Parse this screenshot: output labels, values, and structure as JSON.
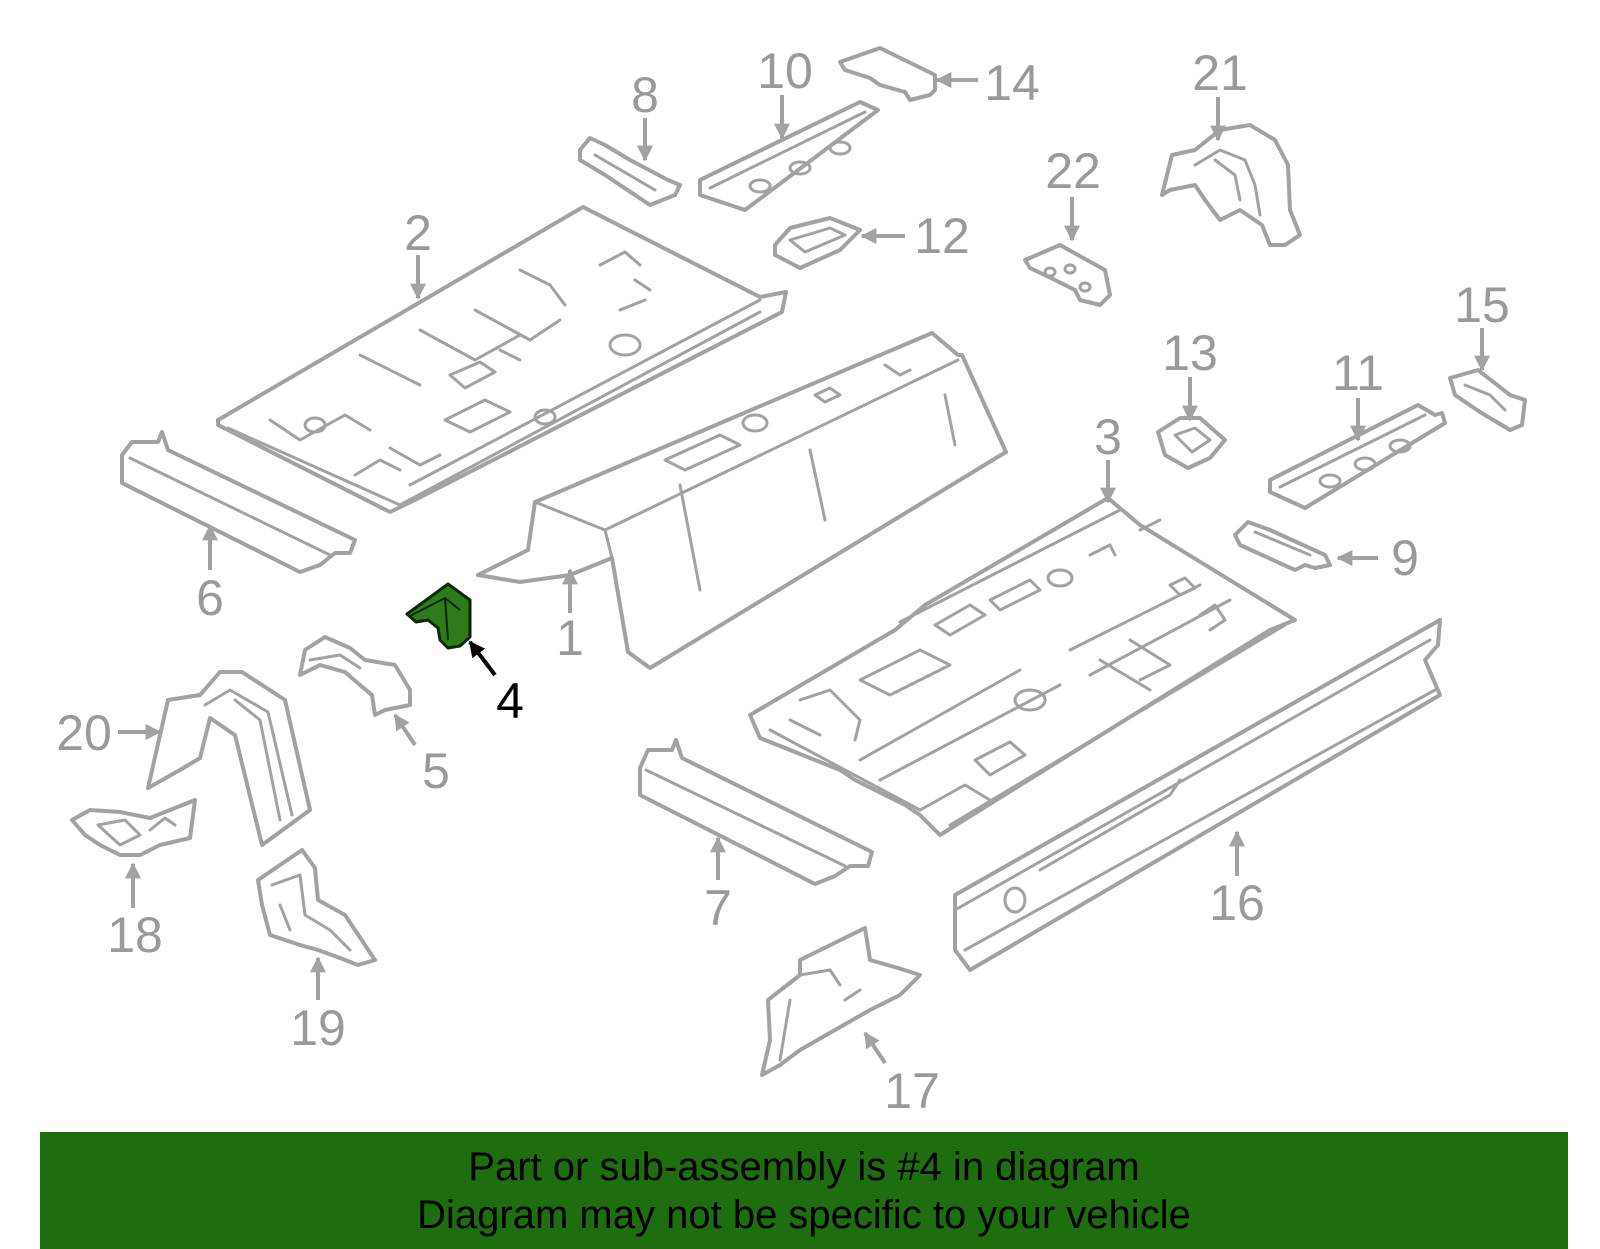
{
  "highlighted_part": "4",
  "callouts": {
    "c1": "1",
    "c2": "2",
    "c3": "3",
    "c4": "4",
    "c5": "5",
    "c6": "6",
    "c7": "7",
    "c8": "8",
    "c9": "9",
    "c10": "10",
    "c11": "11",
    "c12": "12",
    "c13": "13",
    "c14": "14",
    "c15": "15",
    "c16": "16",
    "c17": "17",
    "c18": "18",
    "c19": "19",
    "c20": "20",
    "c21": "21",
    "c22": "22"
  },
  "banner": {
    "line1": "Part or sub-assembly is #4 in diagram",
    "line2": "Diagram may not be specific to your vehicle"
  },
  "colors": {
    "outline": "#a2a2a2",
    "highlight": "#2f7a1a",
    "banner_background": "#1e6d0e",
    "active_text": "#000000"
  }
}
